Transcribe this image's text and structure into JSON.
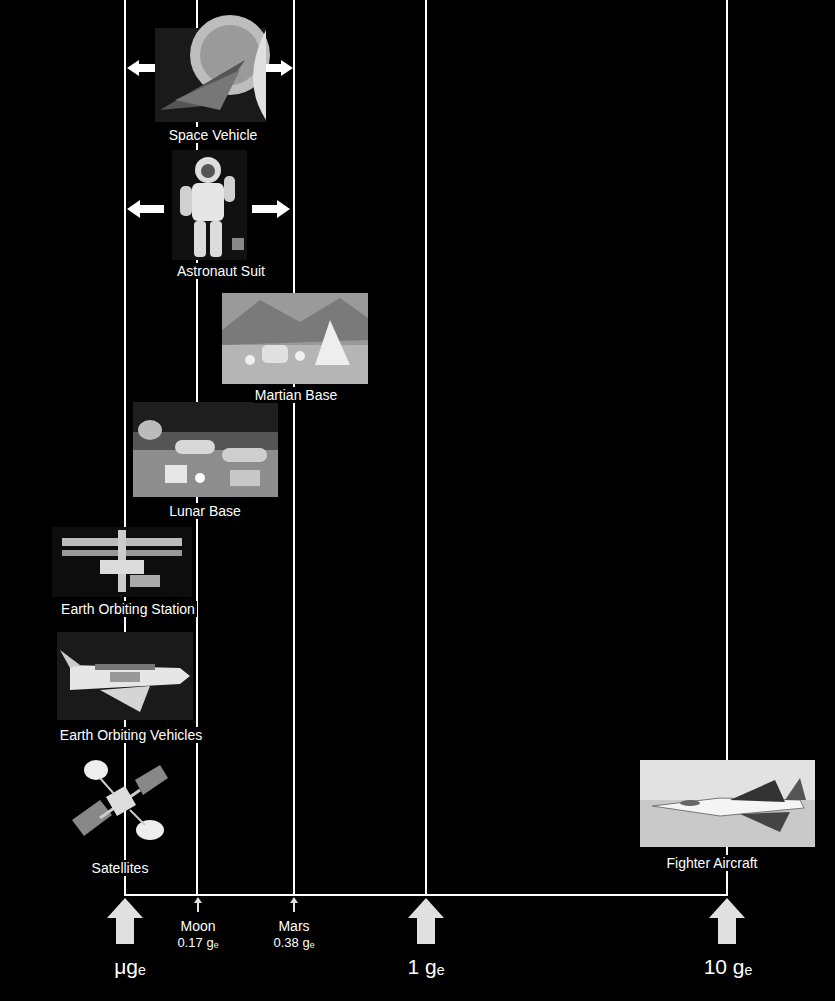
{
  "diagram": {
    "labels": [
      "Space Vehicle",
      "Astronaut Suit",
      "Martian Base",
      "Lunar Base",
      "Earth Orbiting Station",
      "Earth Orbiting Vehicles",
      "Satellites",
      "Fighter Aircraft",
      "Moon",
      "0.17 gₑ",
      "Mars",
      "0.38 gₑ",
      "μgₑ",
      "1 gₑ",
      "10 gₑ"
    ]
  }
}
